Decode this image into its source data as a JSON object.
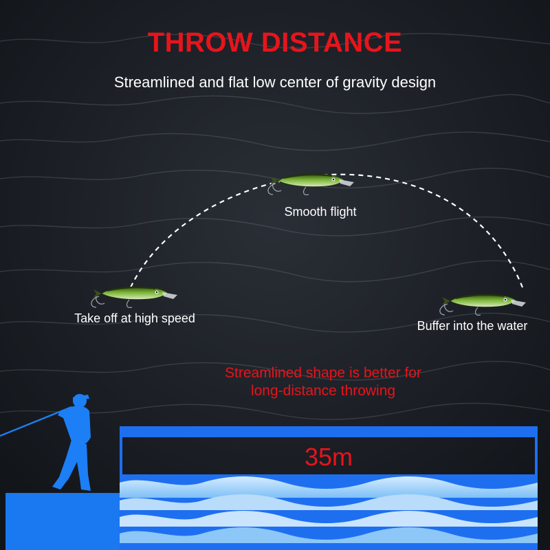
{
  "title": "THROW DISTANCE",
  "subtitle": "Streamlined and flat low center of gravity design",
  "stages": {
    "takeoff": "Take off at high speed",
    "flight": "Smooth flight",
    "landing": "Buffer into the water"
  },
  "note": {
    "line1": "Streamlined shape is better for",
    "line2": "long-distance throwing"
  },
  "distance": "35m",
  "colors": {
    "accent_red": "#e8141b",
    "water_blue": "#1e6ff0",
    "silhouette_blue": "#1c7ff5",
    "lure_green": "#5a8f2a"
  }
}
